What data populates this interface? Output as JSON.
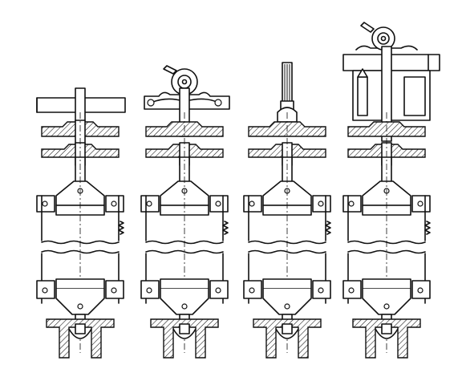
{
  "figure": {
    "kind": "mechanical-drawing",
    "colors": {
      "ink": "#111111",
      "paper": "#ffffff"
    },
    "variants": [
      {
        "id": "a",
        "top": "long-lever"
      },
      {
        "id": "b",
        "top": "eccentric-clamp-lever"
      },
      {
        "id": "c",
        "top": "threaded-spindle"
      },
      {
        "id": "d",
        "top": "eccentric-frame-with-slide"
      }
    ]
  }
}
